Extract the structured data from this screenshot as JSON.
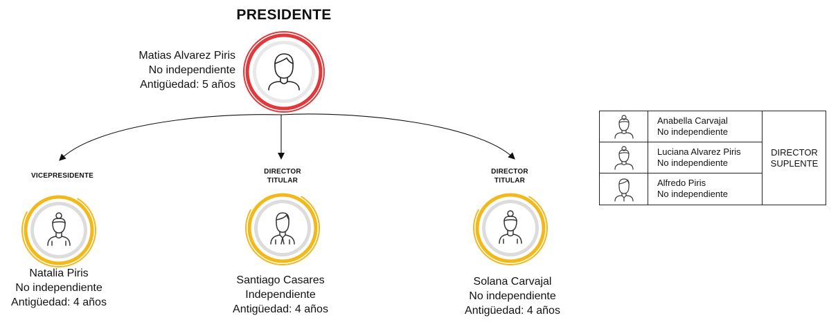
{
  "president": {
    "title": "PRESIDENTE",
    "name": "Matias Alvarez Piris",
    "status": "No independiente",
    "tenure": "Antigüedad: 5 años",
    "ring_color": "#e0393b",
    "icon": "man-avatar-icon"
  },
  "nodes": [
    {
      "role_line1": "VICEPRESIDENTE",
      "role_line2": "",
      "name": "Natalia Piris",
      "status": "No independiente",
      "tenure": "Antigüedad: 4 años",
      "icon": "woman-avatar-icon"
    },
    {
      "role_line1": "DIRECTOR",
      "role_line2": "TITULAR",
      "name": "Santiago Casares",
      "status": "Independiente",
      "tenure": "Antigüedad: 4 años",
      "icon": "man-suit-avatar-icon"
    },
    {
      "role_line1": "DIRECTOR",
      "role_line2": "TITULAR",
      "name": "Solana Carvajal",
      "status": "No independiente",
      "tenure": "Antigüedad: 4 años",
      "icon": "woman-avatar-icon"
    }
  ],
  "node_ring_color": "#f2b91c",
  "ring_inner_color": "#dcdcdc",
  "legend": {
    "role_line1": "DIRECTOR",
    "role_line2": "SUPLENTE",
    "rows": [
      {
        "name": "Anabella Carvajal",
        "status": "No independiente",
        "icon": "woman-outline-icon"
      },
      {
        "name": "Luciana Alvarez Piris",
        "status": "No independiente",
        "icon": "woman-outline-icon"
      },
      {
        "name": "Alfredo Piris",
        "status": "No independiente",
        "icon": "man-outline-icon"
      }
    ]
  }
}
